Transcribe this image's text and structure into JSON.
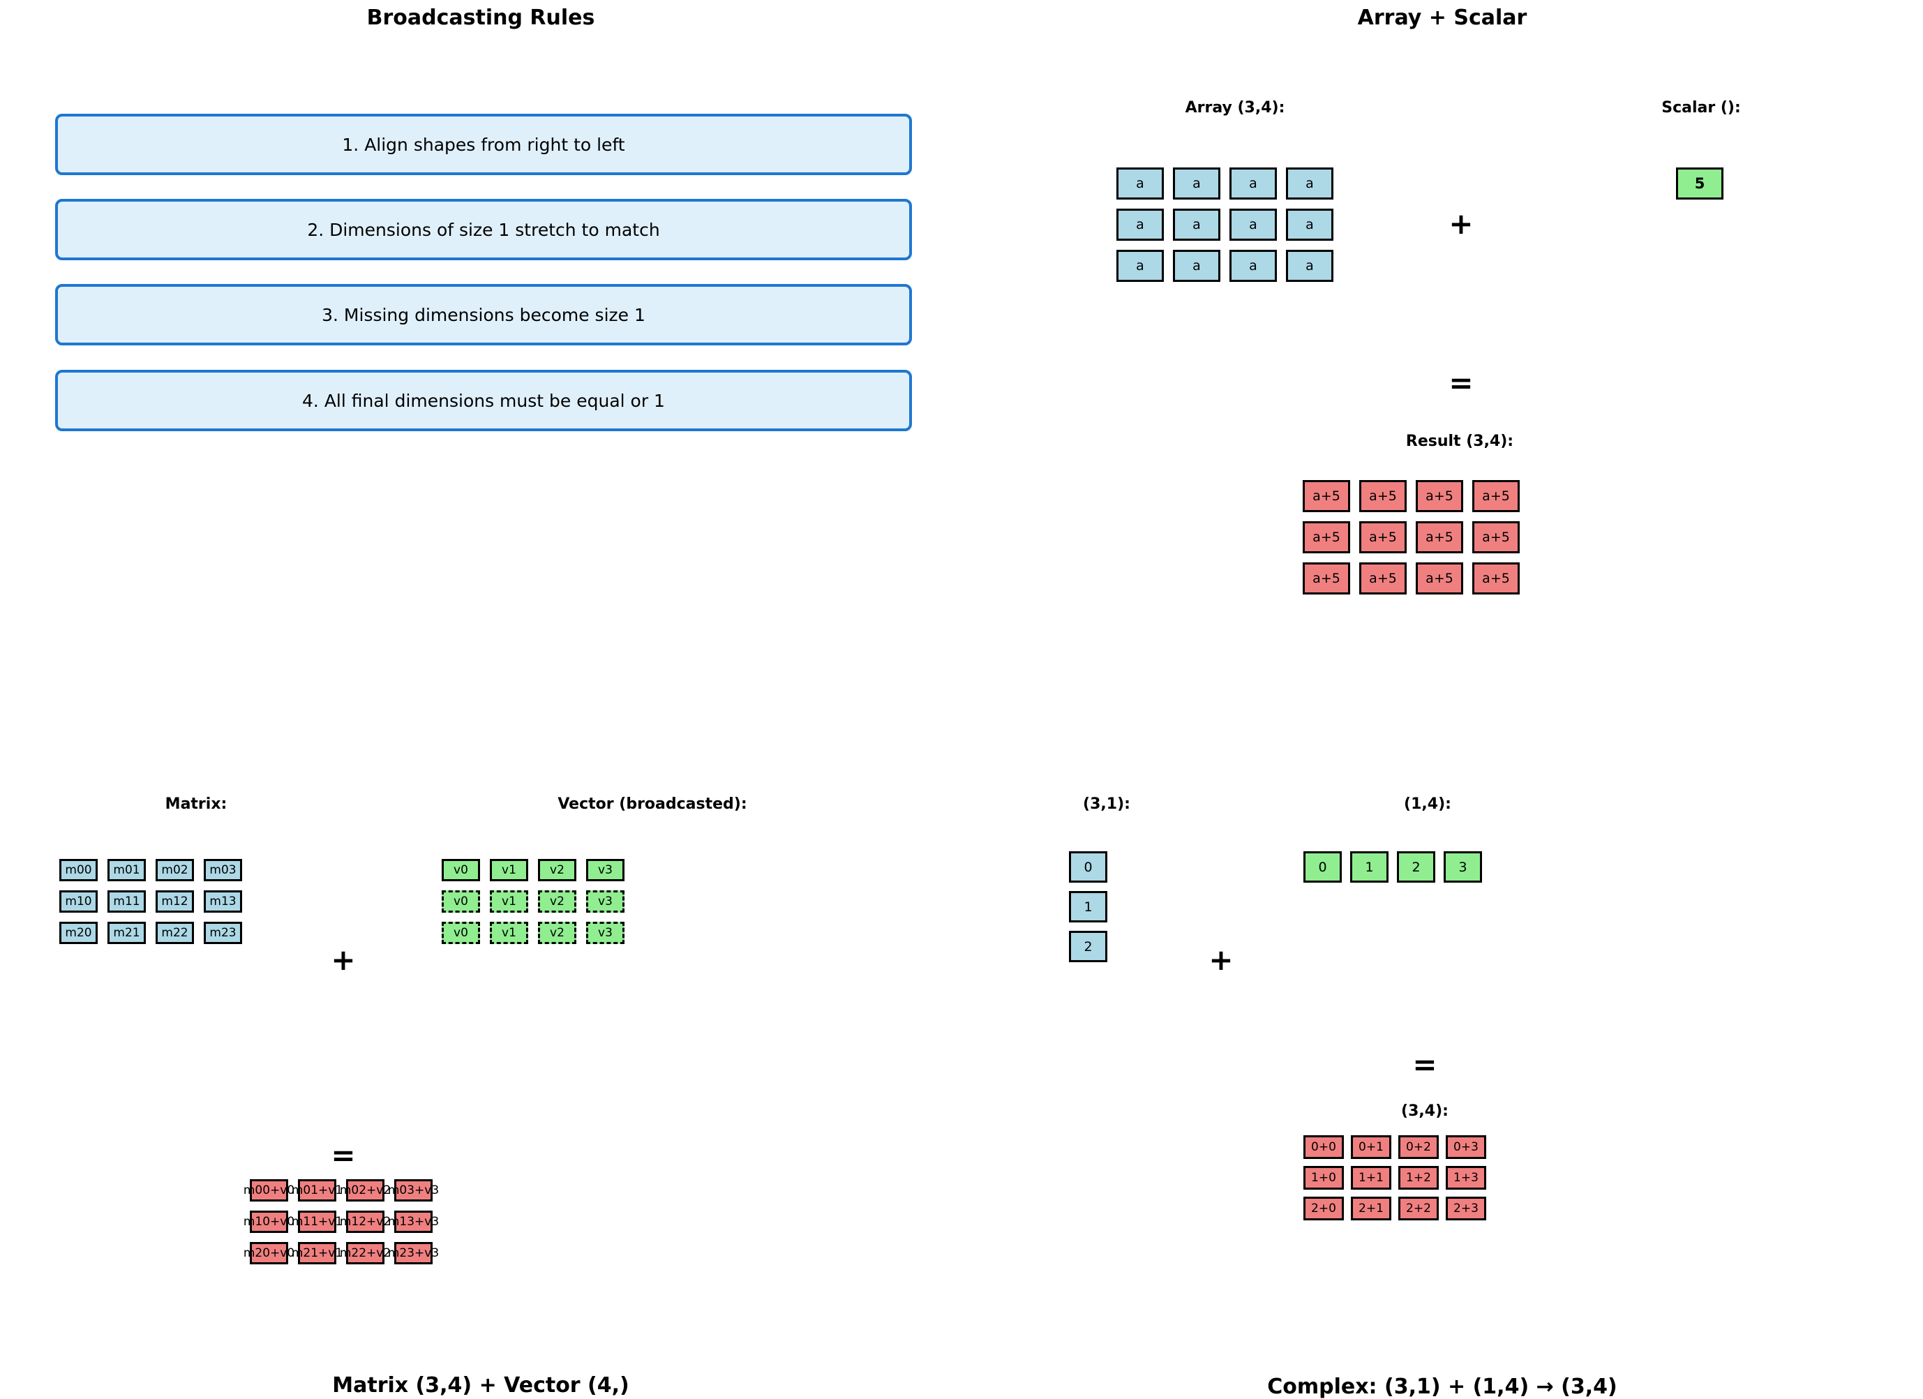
{
  "colors": {
    "rule_box_fill": "#e0f0fb",
    "rule_box_border": "#1f77d0",
    "blue_cell": "#add8e6",
    "green_cell": "#90ee90",
    "red_cell": "#f08080"
  },
  "rules_panel": {
    "title": "Broadcasting Rules",
    "rules": [
      "1. Align shapes from right to left",
      "2. Dimensions of size 1 stretch to match",
      "3. Missing dimensions become size 1",
      "4. All final dimensions must be equal or 1"
    ]
  },
  "scalar_panel": {
    "title": "Array + Scalar",
    "array_label": "Array (3,4):",
    "scalar_label": "Scalar ():",
    "plus": "+",
    "equals": "=",
    "result_label": "Result (3,4):",
    "array_rows": [
      [
        "a",
        "a",
        "a",
        "a"
      ],
      [
        "a",
        "a",
        "a",
        "a"
      ],
      [
        "a",
        "a",
        "a",
        "a"
      ]
    ],
    "scalar_value": "5",
    "result_rows": [
      [
        "a+5",
        "a+5",
        "a+5",
        "a+5"
      ],
      [
        "a+5",
        "a+5",
        "a+5",
        "a+5"
      ],
      [
        "a+5",
        "a+5",
        "a+5",
        "a+5"
      ]
    ]
  },
  "matvec_panel": {
    "title": "Matrix (3,4) + Vector (4,)",
    "matrix_label": "Matrix:",
    "vector_label": "Vector (broadcasted):",
    "plus": "+",
    "equals": "=",
    "matrix_rows": [
      [
        "m00",
        "m01",
        "m02",
        "m03"
      ],
      [
        "m10",
        "m11",
        "m12",
        "m13"
      ],
      [
        "m20",
        "m21",
        "m22",
        "m23"
      ]
    ],
    "vector_rows": [
      [
        "v0",
        "v1",
        "v2",
        "v3"
      ],
      [
        "v0",
        "v1",
        "v2",
        "v3"
      ],
      [
        "v0",
        "v1",
        "v2",
        "v3"
      ]
    ],
    "vector_row_styles": [
      "solid",
      "dashed",
      "dashed"
    ],
    "result_rows": [
      [
        "m00+v0",
        "m01+v1",
        "m02+v2",
        "m03+v3"
      ],
      [
        "m10+v0",
        "m11+v1",
        "m12+v2",
        "m13+v3"
      ],
      [
        "m20+v0",
        "m21+v1",
        "m22+v2",
        "m23+v3"
      ]
    ]
  },
  "complex_panel": {
    "title": "Complex: (3,1) + (1,4) → (3,4)",
    "left_label": "(3,1):",
    "right_label": "(1,4):",
    "plus": "+",
    "equals": "=",
    "result_label": "(3,4):",
    "col_values": [
      "0",
      "1",
      "2"
    ],
    "row_values": [
      "0",
      "1",
      "2",
      "3"
    ],
    "result_rows": [
      [
        "0+0",
        "0+1",
        "0+2",
        "0+3"
      ],
      [
        "1+0",
        "1+1",
        "1+2",
        "1+3"
      ],
      [
        "2+0",
        "2+1",
        "2+2",
        "2+3"
      ]
    ]
  }
}
